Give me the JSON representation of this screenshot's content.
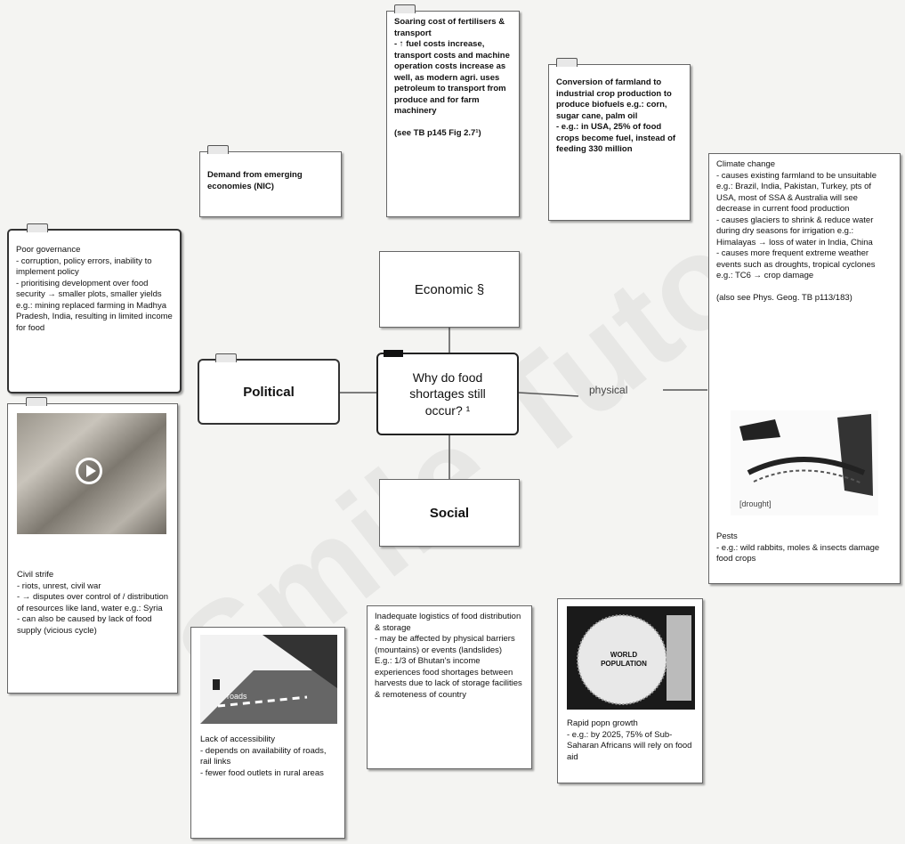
{
  "center": {
    "title": "Why do food shortages still occur? ¹"
  },
  "nodes": {
    "economic": "Economic §",
    "political": "Political",
    "social": "Social",
    "physical": "physical"
  },
  "cards": {
    "soaring": "Soaring cost of fertilisers & transport\n- ↑ fuel costs increase, transport costs and machine operation costs increase as well, as modern agri. uses petroleum to transport from produce and for farm machinery\n\n(see TB p145 Fig 2.7¹)",
    "demand": "Demand from emerging economies (NIC)",
    "conversion": "Conversion of farmland to industrial crop production to produce biofuels e.g.: corn, sugar cane, palm oil\n- e.g.: in USA, 25% of food crops become fuel, instead of feeding 330 million",
    "governance": "Poor governance\n- corruption, policy errors, inability to implement policy\n- prioritising development over food security → smaller plots, smaller yields\ne.g.: mining replaced farming in Madhya Pradesh, India, resulting in limited income for food",
    "civil": "Civil strife\n- riots, unrest, civil war\n- → disputes over control of / distribution of resources like land, water e.g.: Syria\n- can also be caused by lack of food supply (vicious cycle)",
    "climate": "Climate change\n- causes existing farmland to be unsuitable e.g.: Brazil, India, Pakistan, Turkey, pts of USA, most of SSA & Australia will see decrease in current food production\n- causes glaciers to shrink & reduce water during dry seasons for irrigation e.g.: Himalayas → loss of water in India, China\n- causes more frequent extreme weather events such as droughts, tropical cyclones e.g.: TC6 → crop damage\n\n(also see Phys. Geog. TB p113/183)",
    "pests": "Pests\n- e.g.: wild rabbits, moles & insects damage food crops",
    "logistics": "Inadequate logistics of food distribution & storage\n- may be affected by physical barriers (mountains) or events (landslides)\nE.g.: 1/3 of Bhutan's income experiences food shortages between harvests due to lack of storage facilities & remoteness of country",
    "accessibility": "Lack of accessibility\n- depends on availability of roads, rail links\n- fewer food outlets in rural areas",
    "population": "Rapid popn growth\n- e.g.: by 2025, 75% of Sub-Saharan Africans will rely on food aid"
  },
  "image_labels": {
    "population_img": "WORLD POPULATION",
    "climate_img_caption": "[drought]",
    "accessibility_img": "roads"
  },
  "watermark": "Smile Tutor"
}
